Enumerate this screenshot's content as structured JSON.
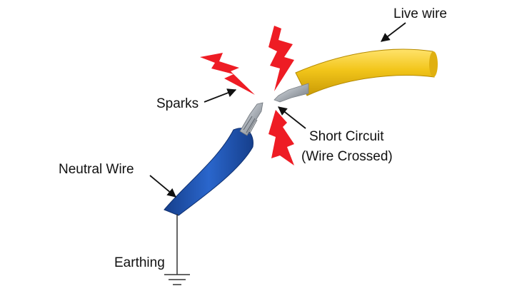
{
  "labels": {
    "live_wire": "Live wire",
    "sparks": "Sparks",
    "short_circuit_line1": "Short Circuit",
    "short_circuit_line2": "(Wire Crossed)",
    "neutral_wire": "Neutral Wire",
    "earthing": "Earthing"
  },
  "colors": {
    "live_wire": "#f2c51a",
    "neutral_wire": "#1f56b8",
    "spark": "#ee1c24",
    "conductor": "#b9bec4",
    "arrow": "#111111"
  }
}
